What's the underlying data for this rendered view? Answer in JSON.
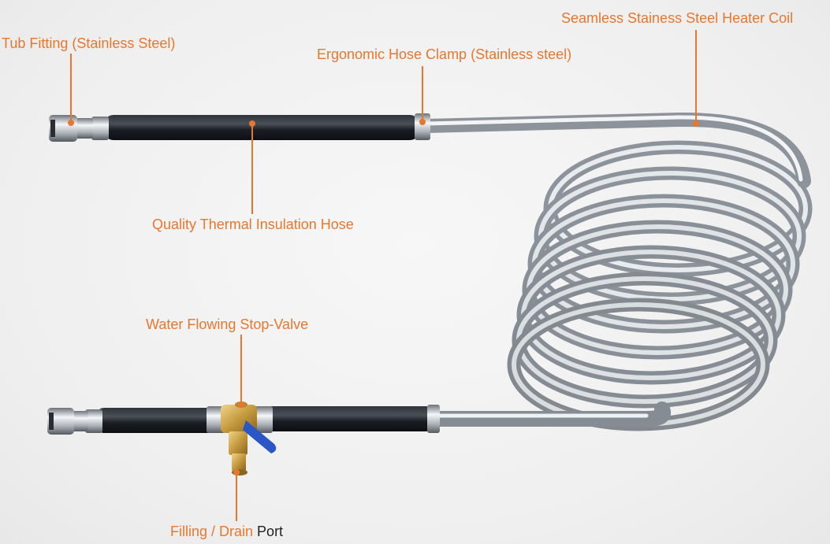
{
  "labels": {
    "tub_fitting": "Tub Fitting (Stainless Steel)",
    "hose_clamp": "Ergonomic Hose Clamp (Stainless steel)",
    "heater_coil": "Seamless Stainess Steel Heater Coil",
    "insulation_hose": "Quality Thermal Insulation Hose",
    "stop_valve": "Water Flowing Stop-Valve",
    "drain_port_prefix": "Filling / Drain",
    "drain_port_suffix": "Port"
  },
  "colors": {
    "label_text": "#e8772e",
    "leader_line": "#e8772e",
    "port_word": "#222222",
    "hose": "#1c1f24",
    "steel": "#b9bec4",
    "brass": "#c9a04a",
    "valve_handle": "#2a56c6"
  }
}
